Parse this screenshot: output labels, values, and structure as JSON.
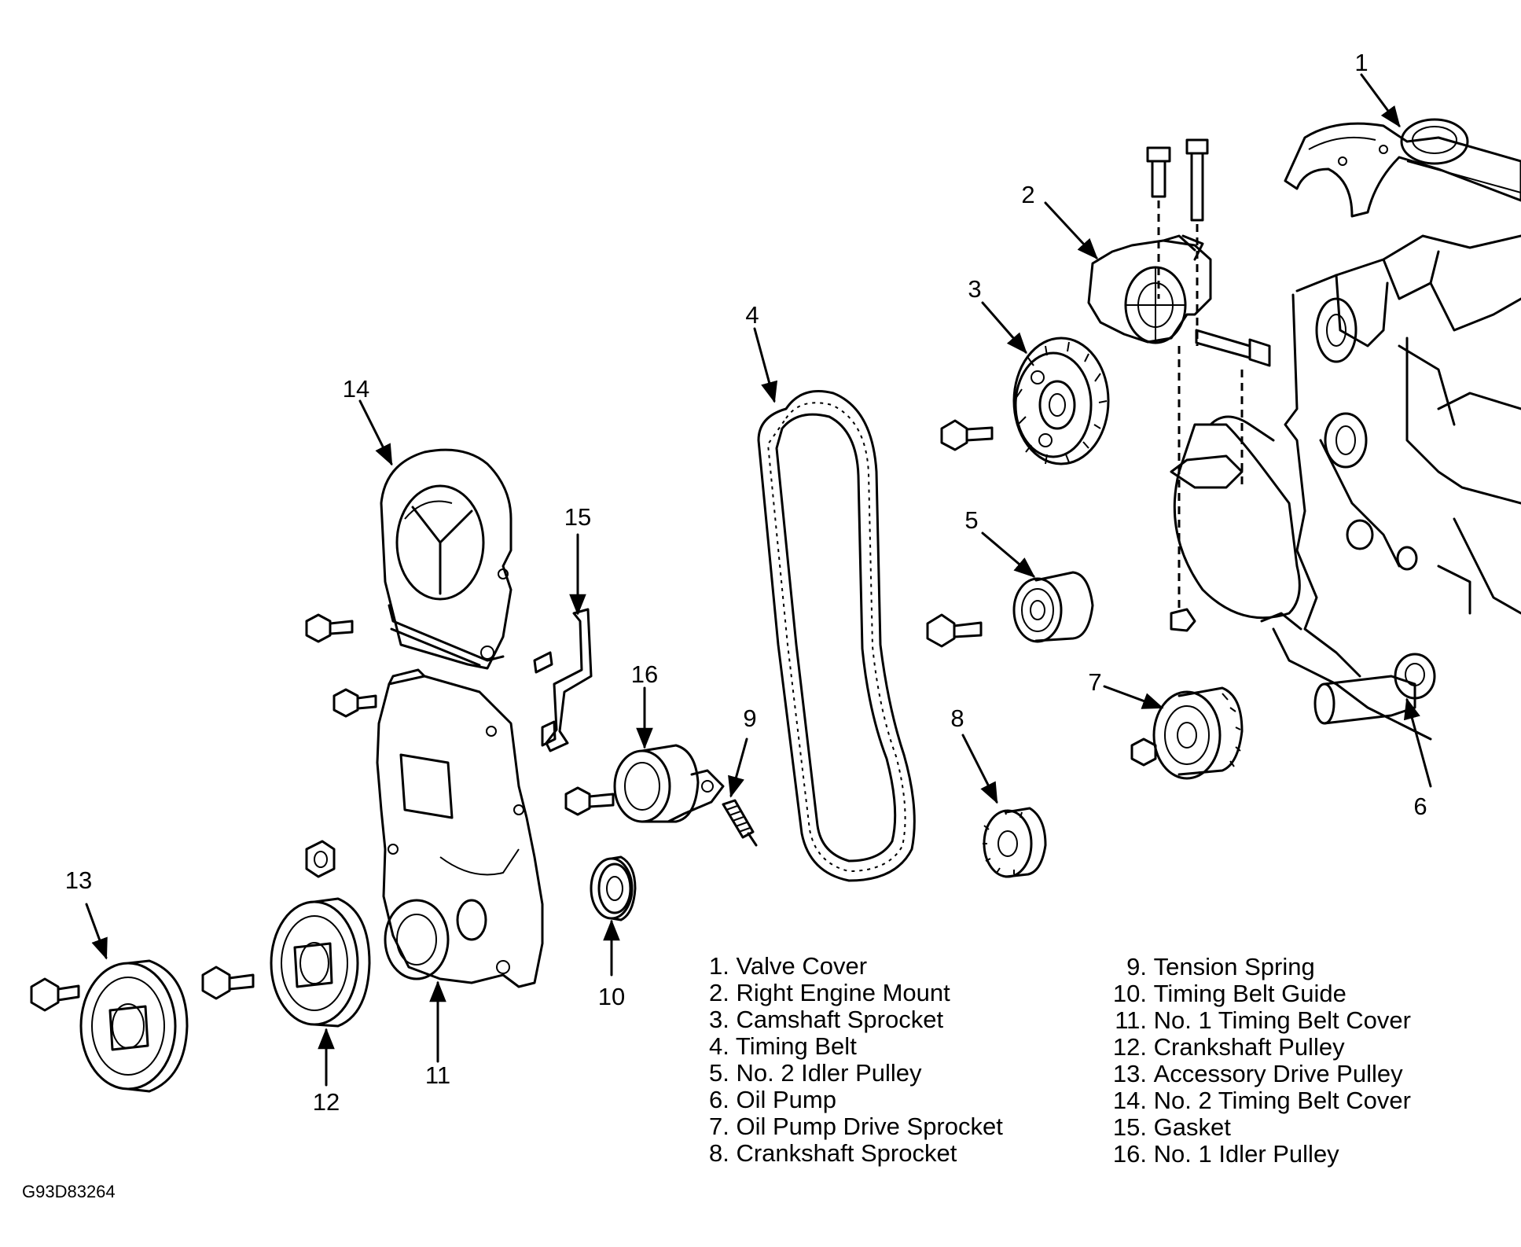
{
  "legend_left": [
    {
      "label": "1. Valve Cover"
    },
    {
      "label": "2. Right Engine Mount"
    },
    {
      "label": "3. Camshaft Sprocket"
    },
    {
      "label": "4. Timing Belt"
    },
    {
      "label": "5. No. 2 Idler Pulley"
    },
    {
      "label": "6. Oil Pump"
    },
    {
      "label": "7. Oil Pump Drive Sprocket"
    },
    {
      "label": "8. Crankshaft Sprocket"
    }
  ],
  "legend_right": [
    {
      "num": "9.",
      "text": "Tension Spring"
    },
    {
      "num": "10.",
      "text": "Timing Belt Guide"
    },
    {
      "num": "11.",
      "text": "No. 1 Timing Belt Cover"
    },
    {
      "num": "12.",
      "text": "Crankshaft Pulley"
    },
    {
      "num": "13.",
      "text": "Accessory Drive Pulley"
    },
    {
      "num": "14.",
      "text": "No. 2 Timing Belt Cover"
    },
    {
      "num": "15.",
      "text": "Gasket"
    },
    {
      "num": "16.",
      "text": "No. 1 Idler Pulley"
    }
  ],
  "callouts": {
    "n1": "1",
    "n2": "2",
    "n3": "3",
    "n4": "4",
    "n5": "5",
    "n6": "6",
    "n7": "7",
    "n8": "8",
    "n9": "9",
    "n10": "10",
    "n11": "11",
    "n12": "12",
    "n13": "13",
    "n14": "14",
    "n15": "15",
    "n16": "16"
  },
  "figure_code": "G93D83264"
}
